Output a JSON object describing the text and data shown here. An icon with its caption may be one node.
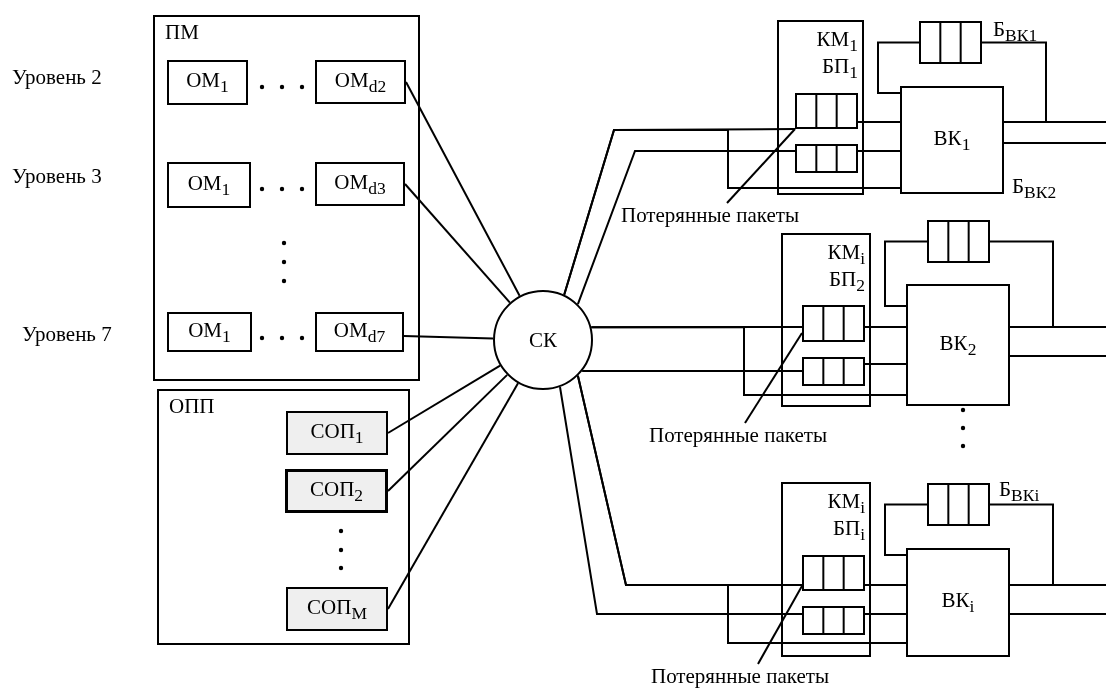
{
  "diagram": {
    "nodes": [
      {
        "text": [
          "ПМ"
        ]
      },
      {
        "text": [
          "ОМ$_{1}$"
        ],
        "in": 0
      },
      {
        "text": [
          "ОМ$_{d2}$"
        ],
        "in": 0
      },
      {
        "text": [
          "ОМ$_{1}$"
        ],
        "in": 0
      },
      {
        "text": [
          "ОМ$_{d3}$"
        ],
        "in": 0
      },
      {
        "text": [
          "ОМ$_{1}$"
        ],
        "in": 0
      },
      {
        "text": [
          "ОМ$_{d7}$"
        ],
        "in": 0
      },
      {
        "text": [
          "ОПП"
        ]
      },
      {
        "text": [
          "СОП$_{1}$"
        ],
        "in": 7
      },
      {
        "text": [
          "СОП$_{2}$"
        ],
        "in": 7
      },
      {
        "text": [
          "СОП$_{M}$"
        ],
        "in": 7
      },
      {
        "text": [
          "СК"
        ]
      },
      {
        "text": [
          "КМ$_{1}$",
          "БП$_{1}$"
        ]
      },
      {
        "text": [],
        "shape": "box",
        "in": 12
      },
      {
        "text": [],
        "shape": "box",
        "in": 12
      },
      {
        "text": [
          "ВК$_{1}$"
        ]
      },
      {
        "text": [],
        "shape": "box",
        "beside": [
          "Б$_{ВК1}$"
        ]
      },
      {
        "text": [
          "Потерянные пакеты"
        ]
      },
      {
        "text": [
          "КМ$_{i}$",
          "БП$_{2}$"
        ]
      },
      {
        "text": [],
        "shape": "box",
        "in": 18
      },
      {
        "text": [],
        "shape": "box",
        "in": 18
      },
      {
        "text": [
          "ВК$_{2}$"
        ]
      },
      {
        "text": [],
        "shape": "box"
      },
      {
        "text": [
          "Потерянные пакеты"
        ]
      },
      {
        "text": [
          "КМ$_{i}$",
          "БП$_{i}$"
        ]
      },
      {
        "text": [],
        "shape": "box",
        "in": 24
      },
      {
        "text": [],
        "shape": "box",
        "in": 24
      },
      {
        "text": [
          "ВК$_{i}$"
        ]
      },
      {
        "text": [],
        "shape": "box",
        "beside": [
          "Б$_{ВКi}$"
        ]
      },
      {
        "text": [
          "Потерянные пакеты"
        ]
      }
    ],
    "edges": [
      {
        "from": 2,
        "to": 11,
        "arrow": "none"
      },
      {
        "from": 4,
        "to": 11,
        "arrow": "none"
      },
      {
        "from": 6,
        "to": 11,
        "arrow": "none"
      },
      {
        "from": 8,
        "to": 11,
        "arrow": "none"
      },
      {
        "from": 9,
        "to": 11,
        "arrow": "none"
      },
      {
        "from": 10,
        "to": 11,
        "arrow": "none"
      },
      {
        "from": 11,
        "to": 13,
        "arrow": "none"
      },
      {
        "from": 11,
        "to": 14,
        "arrow": "none"
      },
      {
        "from": 11,
        "to": 15,
        "arrow": "none"
      },
      {
        "from": 13,
        "to": 15,
        "arrow": "none"
      },
      {
        "from": 14,
        "to": 15,
        "arrow": "none"
      },
      {
        "from": 15,
        "to": 16,
        "arrow": "none"
      },
      {
        "from": 16,
        "to": 15,
        "arrow": "none"
      },
      {
        "from": 15,
        "to": null,
        "arrow": "none"
      },
      {
        "from": 15,
        "to": null,
        "arrow": "none"
      },
      {
        "from": 17,
        "to": 13,
        "arrow": "none"
      },
      {
        "from": 11,
        "to": 19,
        "arrow": "none"
      },
      {
        "from": 11,
        "to": 20,
        "arrow": "none"
      },
      {
        "from": 11,
        "to": 21,
        "arrow": "none"
      },
      {
        "from": 19,
        "to": 21,
        "arrow": "none"
      },
      {
        "from": 20,
        "to": 21,
        "arrow": "none"
      },
      {
        "from": 21,
        "to": 22,
        "arrow": "none"
      },
      {
        "from": 22,
        "to": 21,
        "arrow": "none"
      },
      {
        "from": 21,
        "to": null,
        "arrow": "none"
      },
      {
        "from": 21,
        "to": null,
        "arrow": "none"
      },
      {
        "from": 23,
        "to": 19,
        "arrow": "none"
      },
      {
        "from": 11,
        "to": 25,
        "arrow": "none"
      },
      {
        "from": 11,
        "to": 26,
        "arrow": "none"
      },
      {
        "from": 11,
        "to": 27,
        "arrow": "none"
      },
      {
        "from": 25,
        "to": 27,
        "arrow": "none"
      },
      {
        "from": 26,
        "to": 27,
        "arrow": "none"
      },
      {
        "from": 27,
        "to": 28,
        "arrow": "none"
      },
      {
        "from": 28,
        "to": 27,
        "arrow": "none"
      },
      {
        "from": 27,
        "to": null,
        "arrow": "none"
      },
      {
        "from": 27,
        "to": null,
        "arrow": "none"
      },
      {
        "from": 29,
        "to": 25,
        "arrow": "none"
      }
    ],
    "labels": [
      "Уровень 2",
      "Уровень 3",
      "Уровень 7",
      "Б$_{ВК2}$"
    ]
  }
}
